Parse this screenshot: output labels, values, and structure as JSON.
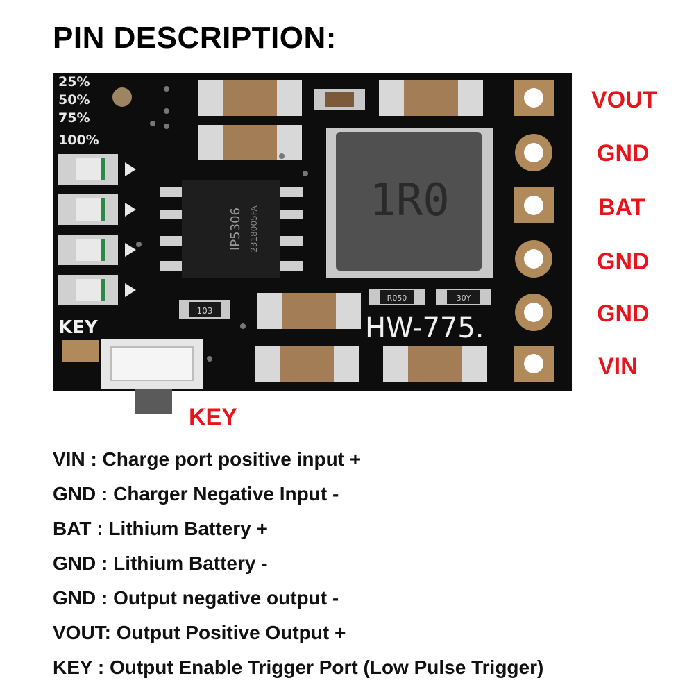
{
  "title": "PIN DESCRIPTION:",
  "board": {
    "chip_text": [
      "IP5306",
      "2318005FA"
    ],
    "inductor_text": "1R0",
    "model_text": "HW-775.",
    "resistor_labels": [
      "103",
      "R050",
      "30Y"
    ],
    "led_labels": [
      "25%",
      "50%",
      "75%",
      "100%"
    ],
    "key_silk": "KEY"
  },
  "pin_labels": [
    "VOUT",
    "GND",
    "BAT",
    "GND",
    "GND",
    "VIN"
  ],
  "key_label": "KEY",
  "descriptions": [
    "VIN : Charge port positive input +",
    "GND : Charger Negative Input -",
    "BAT : Lithium Battery +",
    "GND : Lithium Battery -",
    "GND : Output negative output -",
    "VOUT: Output Positive Output +",
    "KEY : Output Enable Trigger Port (Low Pulse Trigger)"
  ],
  "colors": {
    "accent": "#e8141b",
    "pcb": "#0d0d0d",
    "pad": "#b08a5a"
  }
}
